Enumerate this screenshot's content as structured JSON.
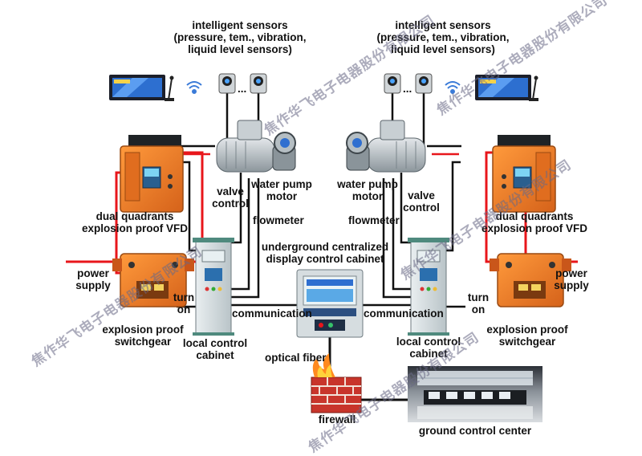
{
  "labels": {
    "sensors_left": [
      "intelligent sensors",
      "(pressure, tem., vibration,",
      "liquid level sensors)"
    ],
    "sensors_right": [
      "intelligent sensors",
      "(pressure, tem., vibration,",
      "liquid level sensors)"
    ],
    "valve_control_left": [
      "valve",
      "control"
    ],
    "valve_control_right": [
      "valve",
      "control"
    ],
    "pump_motor_left": [
      "water pump",
      "motor"
    ],
    "pump_motor_right": [
      "water pump",
      "motor"
    ],
    "flowmeter_left": "flowmeter",
    "flowmeter_right": "flowmeter",
    "vfd_left": [
      "dual  quadrants",
      "explosion proof VFD"
    ],
    "vfd_right": [
      "dual  quadrants",
      "explosion proof VFD"
    ],
    "power_left": [
      "power",
      "supply"
    ],
    "power_right": [
      "power",
      "supply"
    ],
    "turn_on_left": [
      "turn",
      "on"
    ],
    "turn_on_right": [
      "turn",
      "on"
    ],
    "switchgear_left": [
      "explosion proof",
      "switchgear"
    ],
    "switchgear_right": [
      "explosion proof",
      "switchgear"
    ],
    "local_cab_left": [
      "local control",
      "cabinet"
    ],
    "local_cab_right": [
      "local control",
      "cabinet"
    ],
    "comm_left": "communication",
    "comm_right": "communication",
    "central_cab": [
      "underground centralized",
      "display control cabinet"
    ],
    "optical_fiber": "optical fiber",
    "firewall": "firewall",
    "ground_center": "ground control center",
    "sensor_dots": "..."
  },
  "watermark": "焦作华飞电子电器股份有限公司",
  "colors": {
    "power_line": "#e8161b",
    "signal_line": "#111111",
    "cabinet_orange": "#f07b1e",
    "cabinet_green": "#4f8a7e",
    "wall_brick": "#c8352b"
  },
  "icons": [
    "display-panel-icon",
    "antenna-icon",
    "wifi-icon",
    "sensor-gauge-icon",
    "pump-motor-icon",
    "vfd-cabinet-icon",
    "switchgear-icon",
    "control-cabinet-icon",
    "central-console-icon",
    "firewall-icon",
    "control-room-photo"
  ]
}
